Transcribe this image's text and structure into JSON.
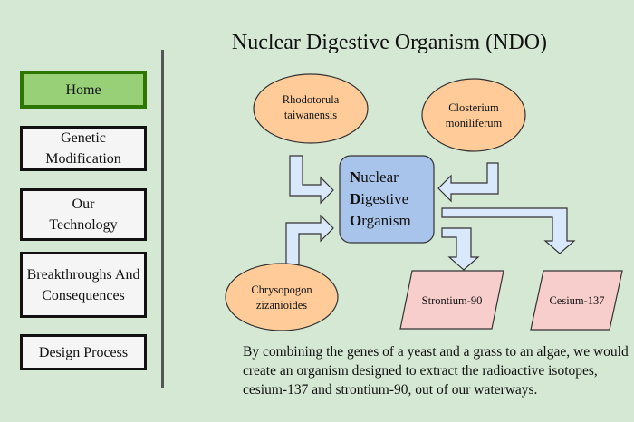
{
  "nav": {
    "items": [
      {
        "label_lines": [
          "Home"
        ],
        "active": true
      },
      {
        "label_lines": [
          "Genetic",
          "Modification"
        ],
        "active": false
      },
      {
        "label_lines": [
          "Our",
          "Technology"
        ],
        "active": false
      },
      {
        "label_lines": [
          "Breakthroughs And",
          "Consequences"
        ],
        "active": false
      },
      {
        "label_lines": [
          "Design Process"
        ],
        "active": false
      }
    ]
  },
  "page": {
    "title": "Nuclear Digestive Organism (NDO)",
    "description": "By combining the genes of a yeast and a grass to an algae, we would create an organism designed to extract the radioactive isotopes, cesium-137 and strontium-90, out of our waterways."
  },
  "diagram": {
    "inputs": [
      {
        "lines": [
          "Rhodotorula",
          "taiwanensis"
        ]
      },
      {
        "lines": [
          "Closterium",
          "moniliferum"
        ]
      },
      {
        "lines": [
          "Chrysopogon",
          "zizanioides"
        ]
      }
    ],
    "center": {
      "lines": [
        {
          "initial": "N",
          "rest": "uclear"
        },
        {
          "initial": "D",
          "rest": "igestive"
        },
        {
          "initial": "O",
          "rest": "rganism"
        }
      ]
    },
    "outputs": [
      {
        "label": "Strontium-90"
      },
      {
        "label": "Cesium-137"
      }
    ]
  },
  "colors": {
    "background": "#d5e8d4",
    "nav_active_fill": "#97d077",
    "nav_active_border": "#2d7600",
    "ellipse_fill": "#ffcc99",
    "center_fill": "#a9c4eb",
    "output_fill": "#f8cecc",
    "arrow_fill": "#dae8fc"
  }
}
